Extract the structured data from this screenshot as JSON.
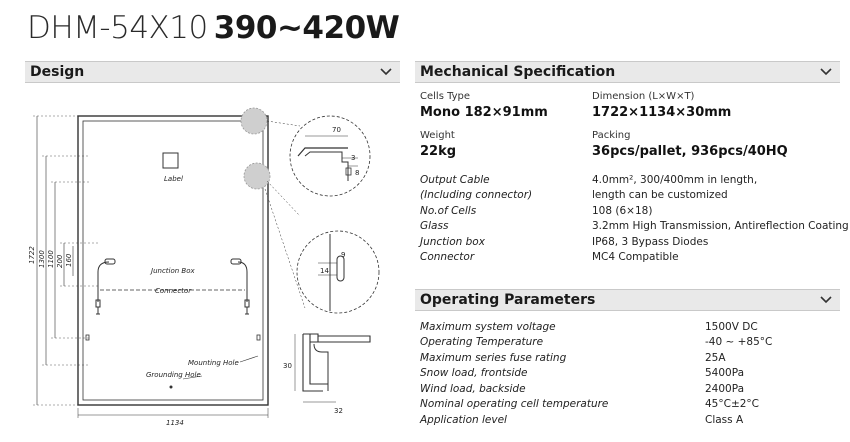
{
  "header": {
    "model": "DHM-54X10",
    "power": "390~420W"
  },
  "design": {
    "title": "Design",
    "labels": {
      "label": "Label",
      "junction_box": "Junction Box",
      "connector": "Connector",
      "mounting_hole": "Mounting Hole",
      "grounding_hole": "Grounding Hole",
      "width_1134": "1134",
      "height_1722": "1722",
      "dim_1300": "1300",
      "dim_1100": "1100",
      "dim_200": "200",
      "dim_160": "160",
      "detail_70": "70",
      "detail_3": "3",
      "detail_8": "8",
      "detail_9": "9",
      "detail_14": "14",
      "section_30": "30",
      "section_32": "32"
    }
  },
  "mechanical": {
    "title": "Mechanical Specification",
    "cells_type_label": "Cells Type",
    "cells_type_value": "Mono 182×91mm",
    "dimension_label": "Dimension (L×W×T)",
    "dimension_value": "1722×1134×30mm",
    "weight_label": "Weight",
    "weight_value": "22kg",
    "packing_label": "Packing",
    "packing_value": "36pcs/pallet, 936pcs/40HQ",
    "rows": [
      {
        "label": "Output Cable",
        "value": "4.0mm², 300/400mm in length,"
      },
      {
        "label": "(Including connector)",
        "value": "length can be customized"
      },
      {
        "label": "No.of Cells",
        "value": "108 (6×18)"
      },
      {
        "label": "Glass",
        "value": "3.2mm High Transmission, Antireflection Coating"
      },
      {
        "label": "Junction box",
        "value": "IP68, 3 Bypass Diodes"
      },
      {
        "label": "Connector",
        "value": "MC4 Compatible"
      }
    ]
  },
  "operating": {
    "title": "Operating Parameters",
    "rows": [
      {
        "label": "Maximum system voltage",
        "value": "1500V DC"
      },
      {
        "label": "Operating Temperature",
        "value": "-40 ~ +85°C"
      },
      {
        "label": "Maximum series fuse rating",
        "value": "25A"
      },
      {
        "label": "Snow load, frontside",
        "value": "5400Pa"
      },
      {
        "label": "Wind load, backside",
        "value": "2400Pa"
      },
      {
        "label": "Nominal operating cell temperature",
        "value": "45°C±2°C"
      },
      {
        "label": "Application level",
        "value": "Class A"
      }
    ]
  }
}
